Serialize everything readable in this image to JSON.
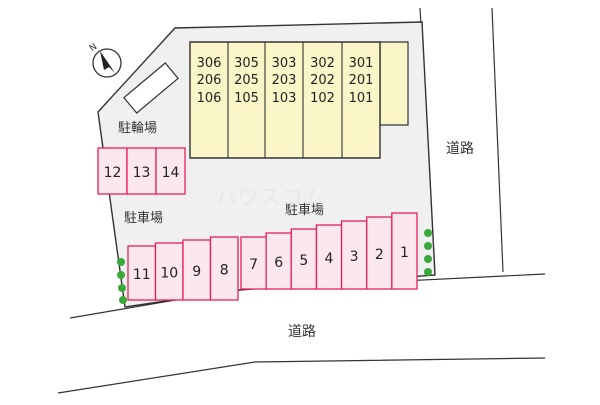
{
  "compass": {
    "north_label": "N"
  },
  "bike_parking": {
    "label": "駐輪場"
  },
  "parking": {
    "label_left": "駐車場",
    "label_center": "駐車場"
  },
  "road": {
    "label_right": "道路",
    "label_bottom": "道路"
  },
  "building": {
    "rows": [
      [
        "306",
        "305",
        "303",
        "302",
        "301"
      ],
      [
        "206",
        "205",
        "203",
        "202",
        "201"
      ],
      [
        "106",
        "105",
        "103",
        "102",
        "101"
      ]
    ]
  },
  "parking_spaces": {
    "upper_left": [
      "12",
      "13",
      "14"
    ],
    "lower_left": [
      "11",
      "10",
      "9",
      "8"
    ],
    "lower_right": [
      "7",
      "6",
      "5",
      "4",
      "3",
      "2",
      "1"
    ]
  },
  "watermark": {
    "text": "ハウスコム"
  },
  "colors": {
    "building_fill": "#fbf6c8",
    "lot_fill": "#f0f0f0",
    "space_fill": "#fde7ee",
    "space_stroke": "#e8205a",
    "tree": "#3aa83a"
  }
}
